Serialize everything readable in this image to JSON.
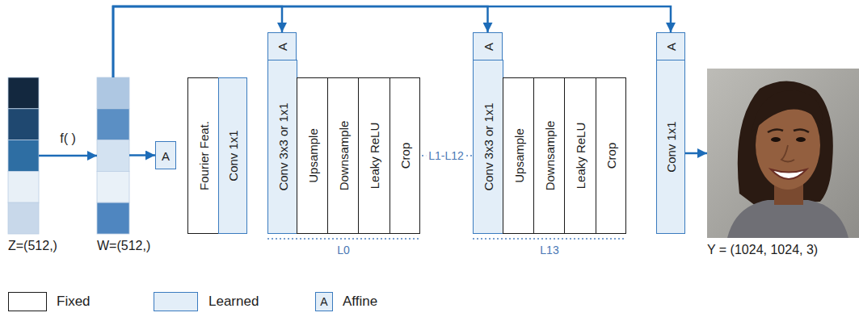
{
  "diagram": {
    "nodes": [
      {
        "text": [
          "Z=(512,)"
        ]
      },
      {
        "text": [
          "W=(512,)"
        ]
      },
      {
        "text": [
          "A"
        ]
      },
      {
        "text": [
          "Fourier Feat."
        ]
      },
      {
        "text": [
          "Conv 1x1"
        ]
      },
      {
        "text": [
          "A"
        ]
      },
      {
        "text": [
          "Conv 3x3 or 1x1"
        ]
      },
      {
        "text": [
          "Upsample"
        ]
      },
      {
        "text": [
          "Downsample"
        ]
      },
      {
        "text": [
          "Leaky ReLU"
        ]
      },
      {
        "text": [
          "Crop"
        ]
      },
      {
        "text": [
          "A"
        ]
      },
      {
        "text": [
          "Conv 3x3 or 1x1"
        ]
      },
      {
        "text": [
          "Upsample"
        ]
      },
      {
        "text": [
          "Downsample"
        ]
      },
      {
        "text": [
          "Leaky ReLU"
        ]
      },
      {
        "text": [
          "Crop"
        ]
      },
      {
        "text": [
          "A"
        ]
      },
      {
        "text": [
          "Conv 1x1"
        ]
      },
      {
        "text": [
          "Y = (1024, 1024, 3)"
        ]
      }
    ],
    "edges": [
      {
        "from": 0,
        "to": 1,
        "arrow": "to",
        "label": "f( )"
      },
      {
        "from": 1,
        "to": 2,
        "arrow": "to"
      },
      {
        "from": 1,
        "to": 5,
        "arrow": "to"
      },
      {
        "from": 1,
        "to": 11,
        "arrow": "to"
      },
      {
        "from": 1,
        "to": 17,
        "arrow": "to"
      },
      {
        "from": 18,
        "to": 19,
        "arrow": "to"
      }
    ],
    "labels": [
      "L0",
      "L1-L12",
      "L13",
      "A"
    ],
    "legend": [
      {
        "text": "Fixed",
        "color": "#ffffff"
      },
      {
        "text": "Learned",
        "color": "#e3eef8"
      },
      {
        "text": "Affine"
      }
    ]
  }
}
